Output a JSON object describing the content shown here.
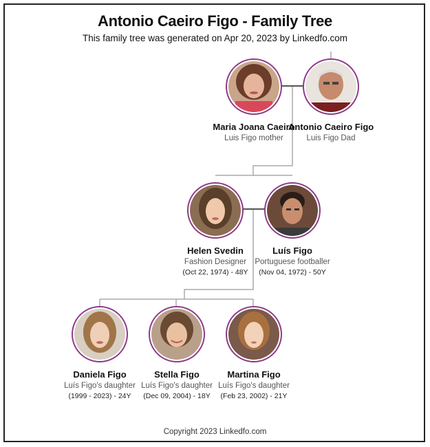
{
  "header": {
    "title": "Antonio Caeiro Figo - Family Tree",
    "subtitle": "This family tree was generated on Apr 20, 2023 by Linkedfo.com"
  },
  "parents": [
    {
      "name": "Maria Joana Caeiro",
      "role": "Luis Figo mother",
      "photo": "portrait-woman-elderly"
    },
    {
      "name": "Antonio Caeiro Figo",
      "role": "Luis Figo Dad",
      "photo": "portrait-man-elderly"
    }
  ],
  "couple": [
    {
      "name": "Helen Svedin",
      "role": "Fashion Designer",
      "dates": "(Oct 22, 1974) - 48Y",
      "photo": "portrait-woman"
    },
    {
      "name": "Luís Figo",
      "role": "Portuguese footballer",
      "dates": "(Nov 04, 1972) - 50Y",
      "photo": "portrait-man"
    }
  ],
  "children": [
    {
      "name": "Daniela Figo",
      "role": "Luís Figo's daughter",
      "dates": "(1999 - 2023) - 24Y",
      "photo": "portrait-young-woman"
    },
    {
      "name": "Stella Figo",
      "role": "Luís Figo's daughter",
      "dates": "(Dec 09, 2004) - 18Y",
      "photo": "portrait-young-woman"
    },
    {
      "name": "Martina Figo",
      "role": "Luís Figo's daughter",
      "dates": "(Feb 23, 2002) - 21Y",
      "photo": "portrait-young-woman"
    }
  ],
  "footer": {
    "copyright": "Copyright 2023 Linkedfo.com"
  },
  "colors": {
    "avatar_border": "#8e3a8a",
    "connector": "#aaaaaa"
  }
}
